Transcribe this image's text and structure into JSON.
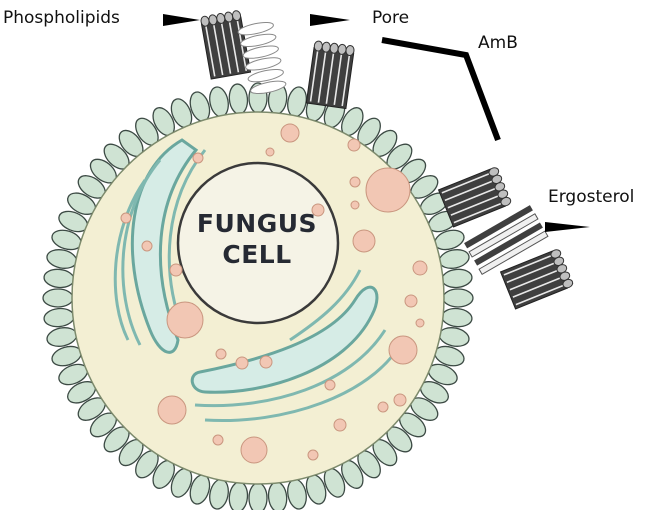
{
  "labels": {
    "phospholipids": "Phospholipids",
    "pore": "Pore",
    "amb": "AmB",
    "ergosterol": "Ergosterol"
  },
  "nucleus": {
    "line1": "FUNGUS",
    "line2": "CELL"
  },
  "colors": {
    "membrane_bead": "#cfe3d3",
    "membrane_outline": "#3c4a44",
    "cytoplasm": "#f3efd3",
    "nucleus_fill": "#f5f3e6",
    "organelle": "#f2c7b4",
    "organelle_outline": "#c9967f",
    "er_line": "#7fb8b0",
    "pointer": "#000000",
    "channel_dark": "#3f3f3f"
  },
  "icons": [
    "lipid-bundle-icon",
    "pore-channel-icon",
    "pointer-arrow-icon"
  ]
}
